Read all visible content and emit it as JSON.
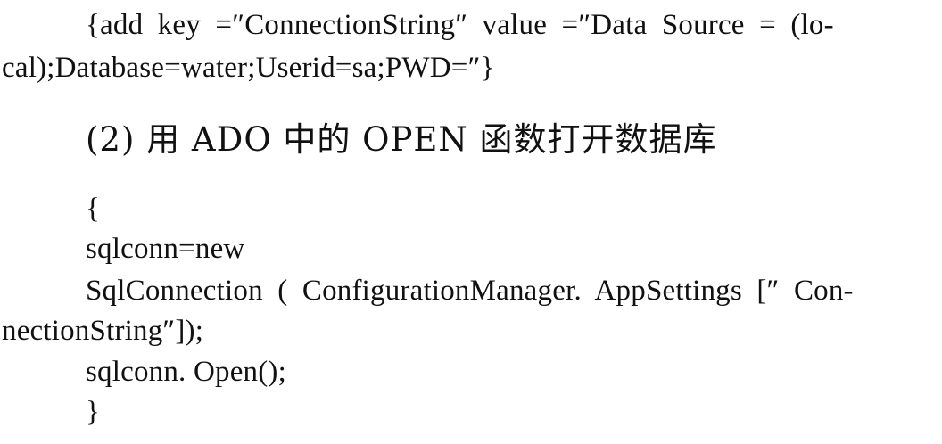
{
  "document": {
    "lines": [
      "{add key =″ConnectionString″ value =″Data Source = (lo-",
      "cal);Database=water;Userid=sa;PWD=″}",
      "(2) 用 ADO 中的 OPEN 函数打开数据库",
      "{",
      "sqlconn=new",
      "SqlConnection ( ConfigurationManager. AppSettings [″ Con-",
      "nectionString″]);",
      "sqlconn. Open();",
      "}"
    ]
  }
}
